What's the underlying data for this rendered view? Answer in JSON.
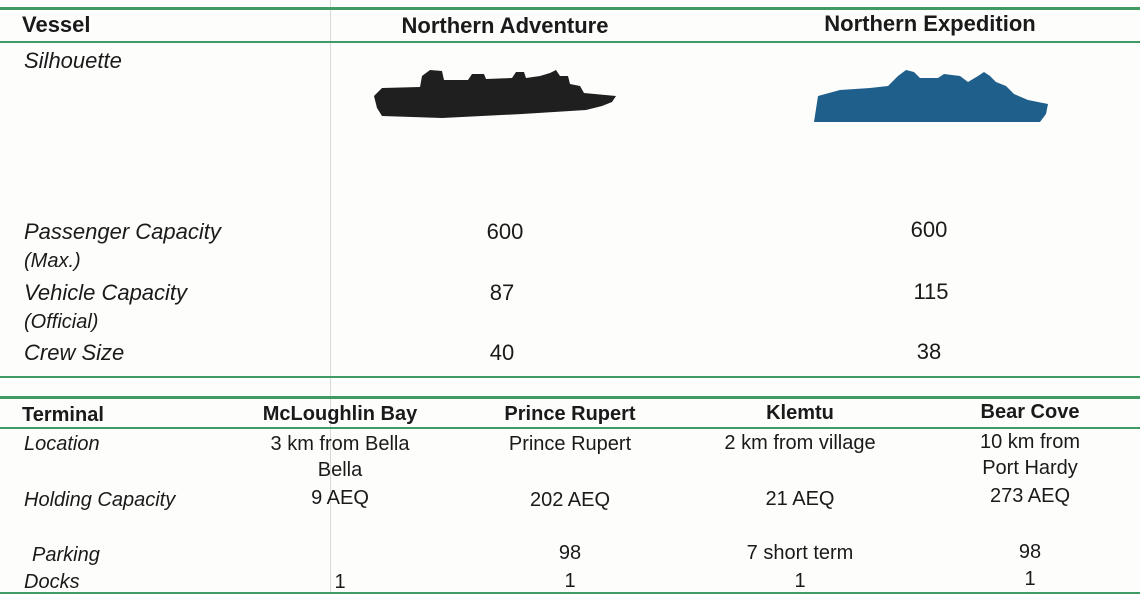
{
  "vessels": {
    "header": {
      "label": "Vessel",
      "ship1": "Northern Adventure",
      "ship2": "Northern Expedition"
    },
    "rows": {
      "silhouette": "Silhouette",
      "passenger_label": "Passenger Capacity",
      "passenger_sub": "(Max.)",
      "passenger_v1": "600",
      "passenger_v2": "600",
      "vehicle_label": "Vehicle Capacity",
      "vehicle_sub": "(Official)",
      "vehicle_v1": "87",
      "vehicle_v2": "115",
      "crew_label": "Crew Size",
      "crew_v1": "40",
      "crew_v2": "38"
    },
    "silhouette_colors": {
      "ship1": "#1f1f1f",
      "ship2": "#1f5f8b"
    }
  },
  "terminals": {
    "header": {
      "label": "Terminal",
      "t1": "McLoughlin Bay",
      "t2": "Prince Rupert",
      "t3": "Klemtu",
      "t4": "Bear Cove"
    },
    "location": {
      "label": "Location",
      "t1_line1": "3 km from Bella",
      "t1_line2": "Bella",
      "t2": "Prince Rupert",
      "t3": "2 km from village",
      "t4_line1": "10 km from",
      "t4_line2": "Port Hardy"
    },
    "holding": {
      "label": "Holding Capacity",
      "t1": "9 AEQ",
      "t2": "202 AEQ",
      "t3": "21 AEQ",
      "t4": "273 AEQ"
    },
    "parking": {
      "label": "Parking",
      "t1": "",
      "t2": "98",
      "t3": "7 short term",
      "t4": "98"
    },
    "docks": {
      "label": "Docks",
      "t1": "1",
      "t2": "1",
      "t3": "1",
      "t4": "1"
    }
  },
  "colors": {
    "rule": "#3f9a63"
  }
}
